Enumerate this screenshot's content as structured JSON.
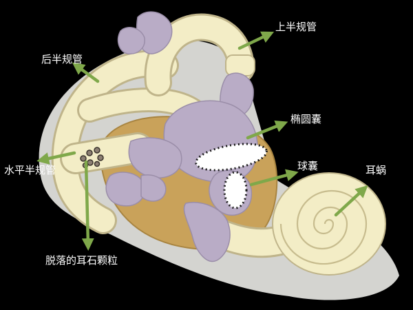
{
  "labels": {
    "superior_canal": "上半规管",
    "posterior_canal": "后半规管",
    "utricle": "椭圆囊",
    "horizontal_canal": "水平半规管",
    "saccule": "球囊",
    "cochlea": "耳蜗",
    "otoconia": "脱落的耳石颗粒"
  },
  "colors": {
    "background": "#000000",
    "canal_fill": "#f3edc6",
    "canal_outline": "#bfb48a",
    "vestibule_fill": "#c9a25a",
    "membranous_fill": "#b9acc6",
    "arrow": "#7fa84a",
    "label_text": "#ffffff",
    "macula_dots": "#1a1a1a"
  }
}
